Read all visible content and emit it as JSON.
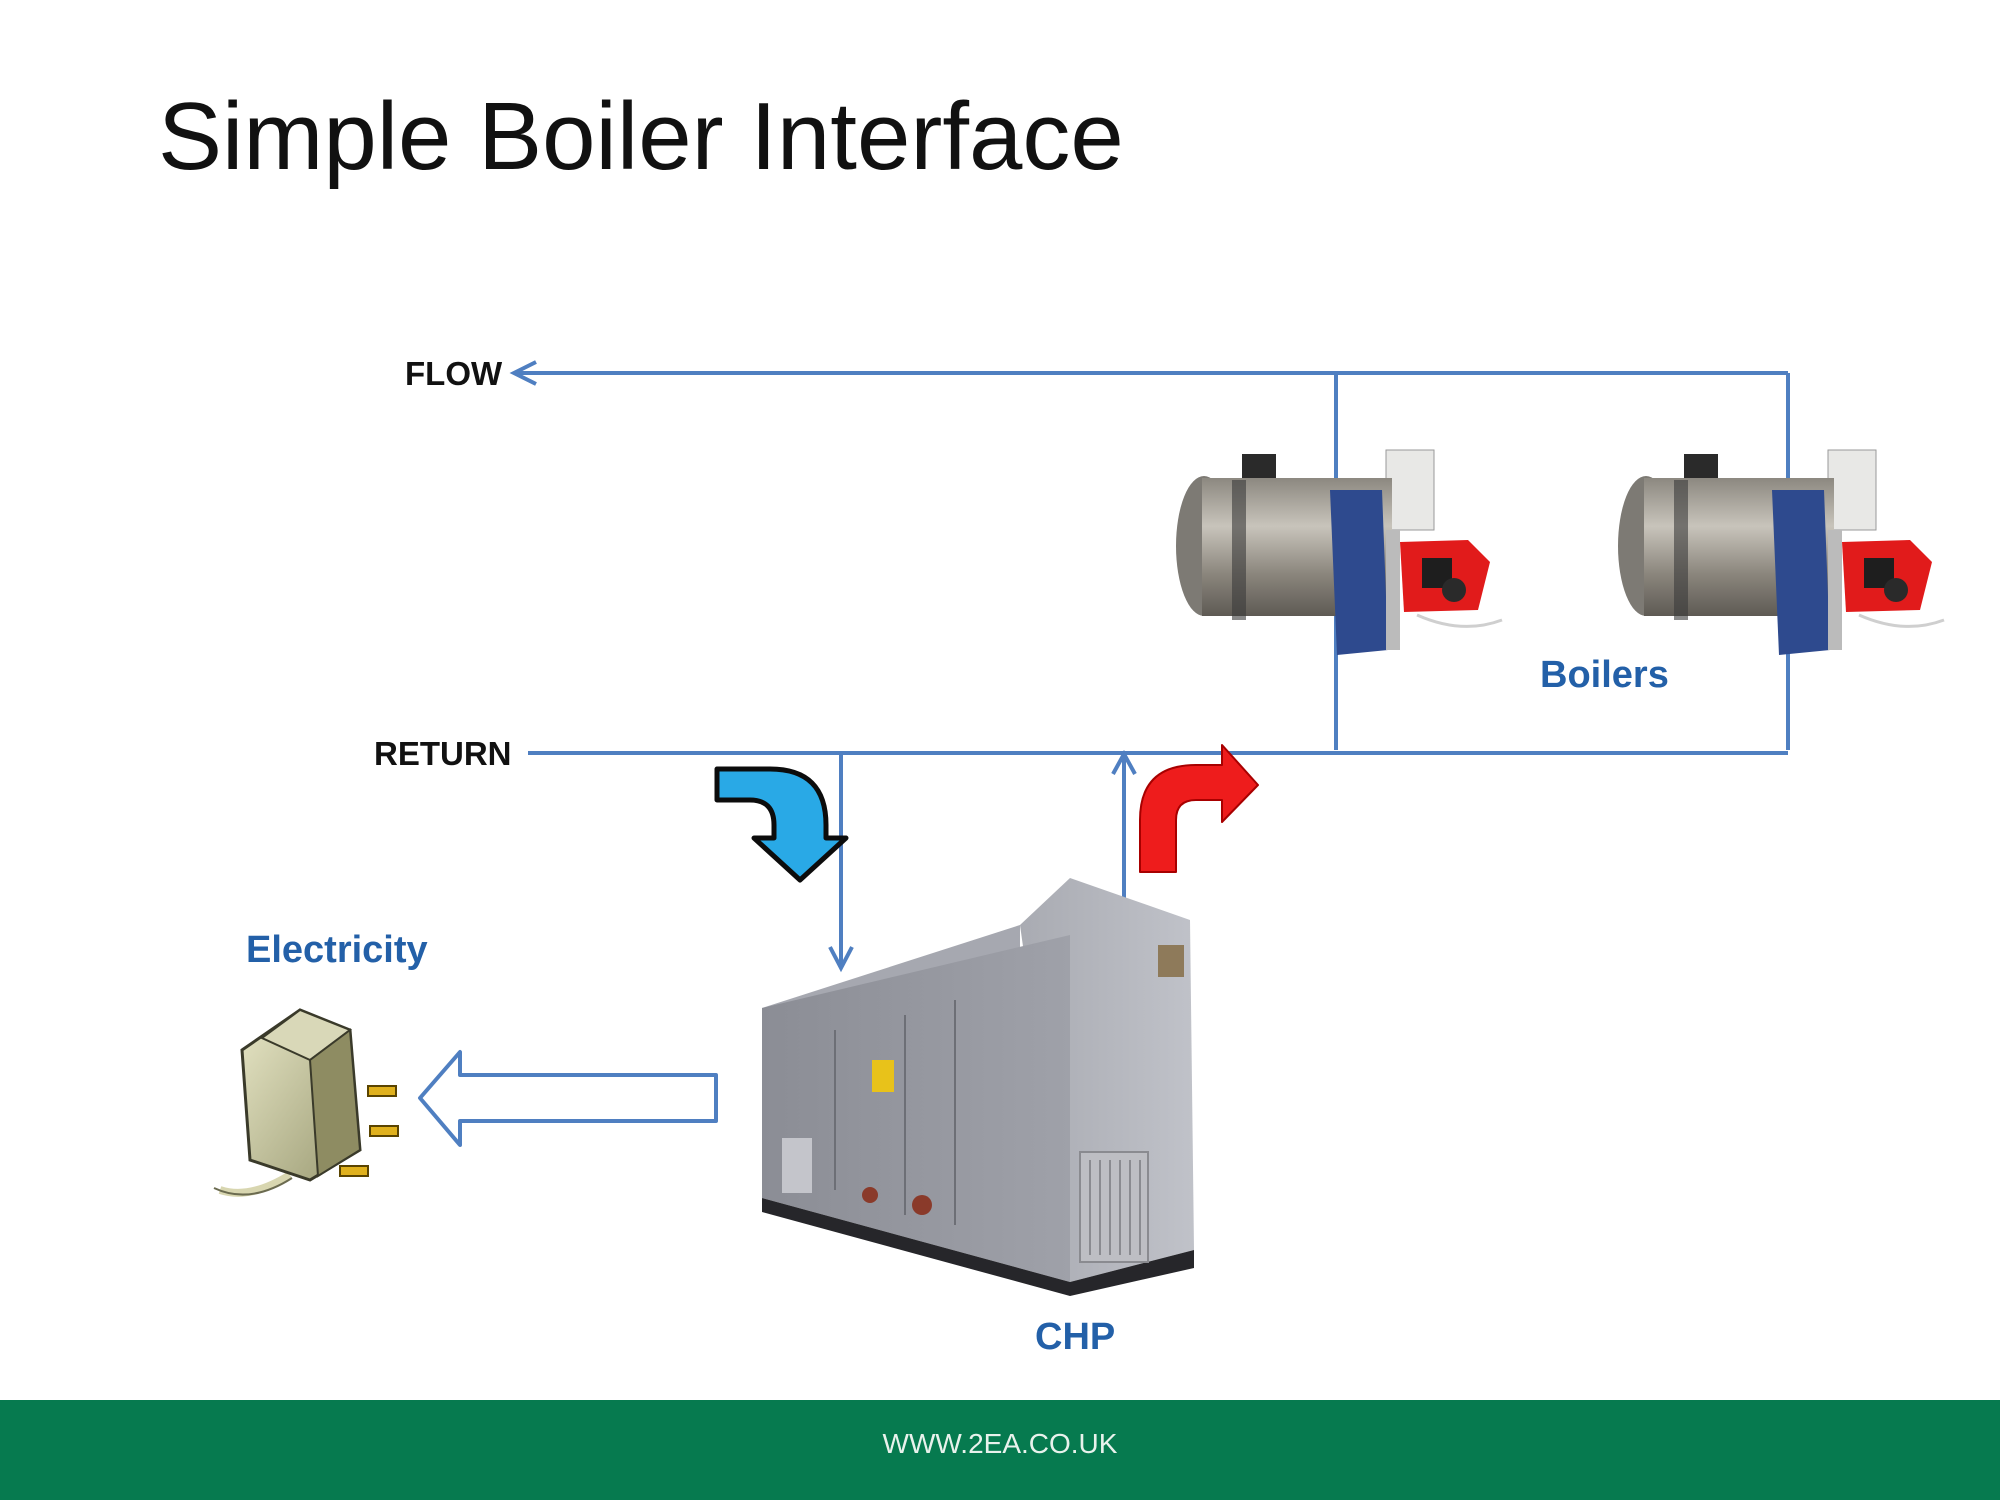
{
  "slide": {
    "title": "Simple Boiler Interface"
  },
  "diagram": {
    "flow_label": "FLOW",
    "return_label": "RETURN",
    "boilers_label": "Boilers",
    "chp_label": "CHP",
    "electricity_label": "Electricity"
  },
  "footer": {
    "website": "WWW.2EA.CO.UK"
  },
  "colors": {
    "pipe": "#4f7fc1",
    "label_blue": "#2360a8",
    "footer_green": "#067a4f",
    "cold_arrow": "#29a9e6",
    "hot_arrow": "#ee1c1c"
  },
  "icons": [
    "plug-icon",
    "boiler-image",
    "chp-unit-image"
  ]
}
